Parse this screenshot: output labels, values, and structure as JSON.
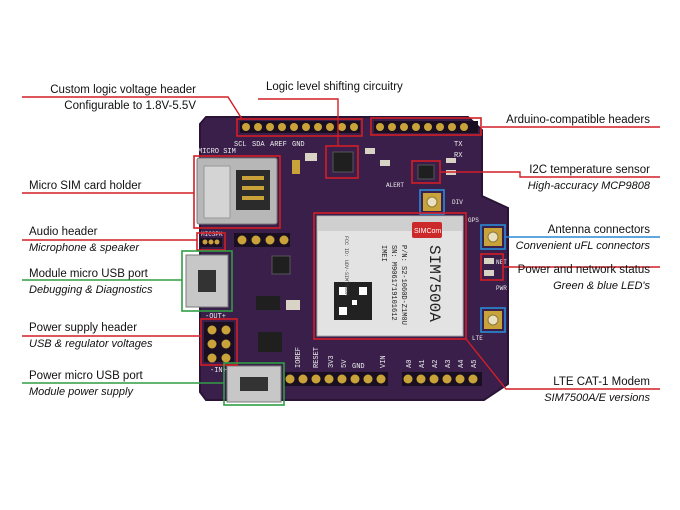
{
  "colors": {
    "board": "#3a1f4a",
    "board_edge": "#2a1436",
    "gold": "#c9a23a",
    "callout_red": "#d21f26",
    "callout_blue": "#2a8ad4",
    "callout_green": "#2f9e44",
    "modem_red": "#cc2a2a"
  },
  "callouts": {
    "custom_voltage": {
      "title": "Custom logic voltage header",
      "sub": "Configurable to 1.8V-5.5V"
    },
    "level_shift": {
      "title": "Logic level shifting circuitry"
    },
    "arduino": {
      "title": "Arduino-compatible headers"
    },
    "sim_holder": {
      "title": "Micro SIM card holder"
    },
    "i2c_temp": {
      "title": "I2C temperature sensor",
      "sub": "High-accuracy MCP9808"
    },
    "audio": {
      "title": "Audio header",
      "sub": "Microphone & speaker"
    },
    "antenna": {
      "title": "Antenna connectors",
      "sub": "Convenient uFL connectors"
    },
    "module_usb": {
      "title": "Module micro USB port",
      "sub": "Debugging & Diagnostics"
    },
    "power_status": {
      "title": "Power and network status",
      "sub": "Green & blue LED's"
    },
    "power_header": {
      "title": "Power supply header",
      "sub": "USB & regulator voltages"
    },
    "power_usb": {
      "title": "Power micro USB port",
      "sub": "Module power supply"
    },
    "lte_modem": {
      "title": "LTE CAT-1 Modem",
      "sub": "SIM7500A/E versions"
    }
  },
  "board_labels": {
    "micro_sim": "MICRO SIM",
    "mic_spk": "MICSPK",
    "out_plus": "-OUT+",
    "in_plus": "-IN+",
    "alert": "ALERT",
    "div": "DIV",
    "gps": "GPS",
    "lte": "LTE",
    "pwr": "PWR",
    "net": "NET",
    "ioref": "IOREF",
    "reset": "RESET",
    "v3": "3V3",
    "v5": "5V",
    "gnd": "GND",
    "vin": "VIN",
    "a0": "A0",
    "a1": "A1",
    "a2": "A2",
    "a3": "A3",
    "a4": "A4",
    "a5": "A5",
    "scl": "SCL",
    "sda": "SDA",
    "aref": "AREF",
    "gnd_top": "GND",
    "tx": "TX",
    "rx": "RX"
  },
  "module": {
    "brand": "SIMCom",
    "model": "SIM7500A",
    "pn": "P/N: S2-1060D-Z1M0U",
    "sn": "SN: M9061719101612",
    "imei": "IMEI",
    "fcc": "FCC ID: UDV-SIM7500A"
  }
}
